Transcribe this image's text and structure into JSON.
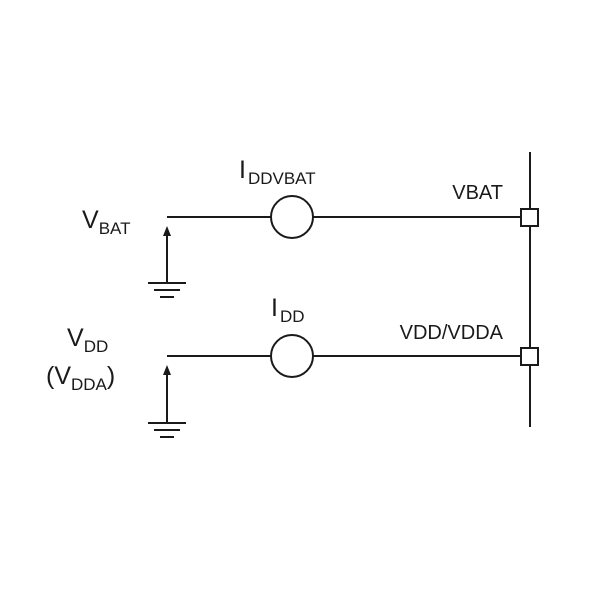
{
  "labels": {
    "vbat_source": {
      "main": "V",
      "sub": "BAT"
    },
    "vdd_source": {
      "main": "V",
      "sub": "DD"
    },
    "vdda_source": {
      "open": "(V",
      "sub": "DDA",
      "close": ")"
    },
    "iddvbat_meter": {
      "main": "I",
      "sub": "DDVBAT"
    },
    "idd_meter": {
      "main": "I",
      "sub": "DD"
    },
    "vbat_pin": "VBAT",
    "vdd_vdda_pin": "VDD/VDDA"
  }
}
